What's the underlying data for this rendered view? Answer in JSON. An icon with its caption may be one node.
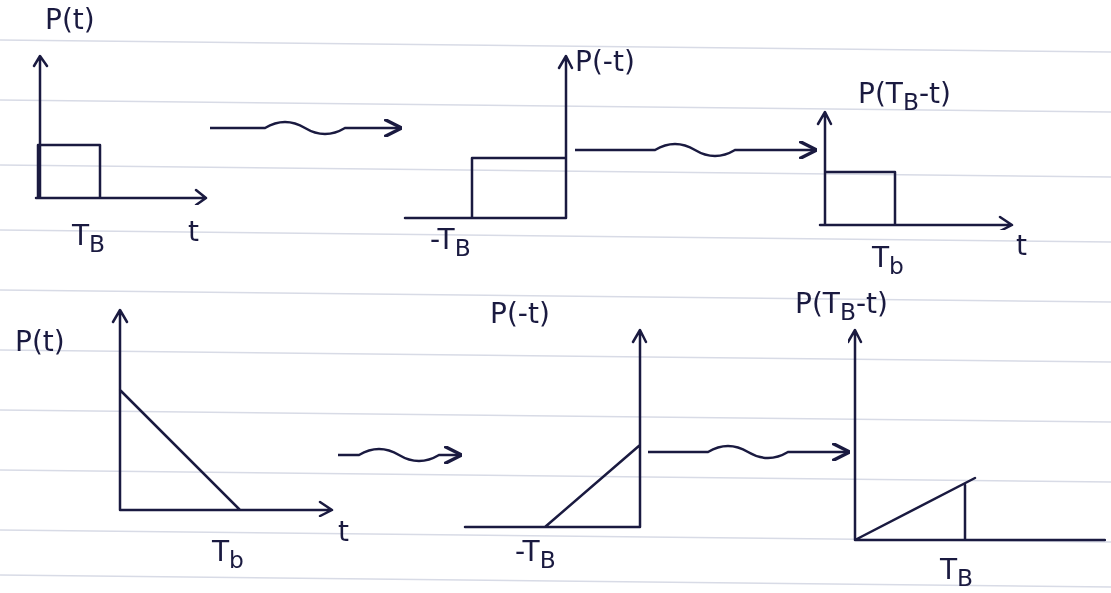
{
  "diagram": {
    "nodes": [
      {
        "text": [],
        "shape": "picture",
        "beside": [
          "P(t)",
          "T$_{B}$",
          "t"
        ]
      },
      {
        "text": [],
        "shape": "picture",
        "beside": [
          "P(-t)",
          "-T$_{B}$"
        ]
      },
      {
        "text": [],
        "shape": "picture",
        "beside": [
          "P(T$_{B}$-t)",
          "T$_{b}$",
          "t"
        ]
      },
      {
        "text": [],
        "shape": "picture",
        "beside": [
          "P(t)",
          "T$_{b}$",
          "t"
        ]
      },
      {
        "text": [],
        "shape": "picture",
        "beside": [
          "P(-t)",
          "-T$_{B}$"
        ]
      },
      {
        "text": [],
        "shape": "picture",
        "beside": [
          "P(T$_{B}$-t)",
          "T$_{B}$"
        ]
      }
    ],
    "edges": [
      {
        "from": 0,
        "to": 1,
        "arrow": "to"
      },
      {
        "from": 1,
        "to": 2,
        "arrow": "to"
      },
      {
        "from": 3,
        "to": 4,
        "arrow": "to"
      },
      {
        "from": 4,
        "to": 5,
        "arrow": "to"
      }
    ]
  }
}
